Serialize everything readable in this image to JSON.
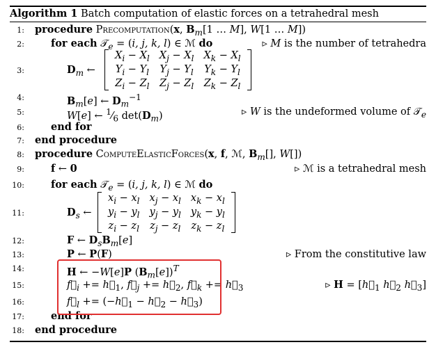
{
  "caption": {
    "label": "Algorithm 1",
    "text": "Batch computation of elastic forces on a tetrahedral mesh"
  },
  "lines": [
    {
      "n": "1:",
      "html": "<b>procedure</b> <span class='sc'>Precomputation</span>(<span class='bf'>x</span>, <span class='bf'>B</span><sub><i>m</i></sub>[1 … <i>M</i>], <i>W</i>[1 … <i>M</i>])",
      "comment": ""
    },
    {
      "n": "2:",
      "html": "<b>for each</b> 𝒯<sub><i>e</i></sub> = (<i>i, j, k, l</i>) ∈ ℳ <b>do</b>",
      "comment": "▹ <i>M</i> is the number of tetrahedra"
    },
    {
      "n": "3:",
      "html": "<span class='bf'>D</span><sub><i>m</i></sub> ←",
      "comment": ""
    },
    {
      "n": "4:",
      "html": "<span class='bf'>B</span><sub><i>m</i></sub>[<i>e</i>] ← <span class='bf'>D</span><sub><i>m</i></sub><sup>−1</sup>",
      "comment": ""
    },
    {
      "n": "5:",
      "html": "<i>W</i>[<i>e</i>] ← <sup>1</sup>⁄<sub>6</sub> det(<span class='bf'>D</span><sub><i>m</i></sub>)",
      "comment": "▹ <i>W</i> is the undeformed volume of 𝒯<sub><i>e</i></sub>"
    },
    {
      "n": "6:",
      "html": "<b>end for</b>",
      "comment": ""
    },
    {
      "n": "7:",
      "html": "<b>end procedure</b>",
      "comment": ""
    },
    {
      "n": "8:",
      "html": "<b>procedure</b> <span class='sc'>ComputeElasticForces</span>(<span class='bf'>x</span>, <span class='bf'>f</span>, ℳ, <span class='bf'>B</span><sub><i>m</i></sub>[], <i>W</i>[])",
      "comment": ""
    },
    {
      "n": "9:",
      "html": "<span class='bf'>f</span> ← <span class='bf'>0</span>",
      "comment": "▹ ℳ is a tetrahedral mesh"
    },
    {
      "n": "10:",
      "html": "<b>for each</b> 𝒯<sub><i>e</i></sub> = (<i>i, j, k, l</i>) ∈ ℳ <b>do</b>",
      "comment": ""
    },
    {
      "n": "11:",
      "html": "<span class='bf'>D</span><sub><i>s</i></sub> ←",
      "comment": ""
    },
    {
      "n": "12:",
      "html": "<span class='bf'>F</span> ← <span class='bf'>D</span><sub><i>s</i></sub><span class='bf'>B</span><sub><i>m</i></sub>[<i>e</i>]",
      "comment": ""
    },
    {
      "n": "13:",
      "html": "<span class='bf'>P</span> ← <span class='bf'>P</span>(<span class='bf'>F</span>)",
      "comment": "▹ From the constitutive law"
    },
    {
      "n": "14:",
      "html": "<span class='bf'>H</span> ← −<i>W</i>[<i>e</i>]<span class='bf'>P</span> (<span class='bf'>B</span><sub><i>m</i></sub>[<i>e</i>])<sup><i>T</i></sup>",
      "comment": ""
    },
    {
      "n": "15:",
      "html": "<i>f⃗</i><sub><i>i</i></sub> += <i>h⃗</i><sub>1</sub>, <i>f⃗</i><sub><i>j</i></sub> += <i>h⃗</i><sub>2</sub>, <i>f⃗</i><sub><i>k</i></sub> += <i>h⃗</i><sub>3</sub>",
      "comment": "▹ <span class='bf'>H</span> = [<i>h⃗</i><sub>1</sub> <i>h⃗</i><sub>2</sub> <i>h⃗</i><sub>3</sub>]"
    },
    {
      "n": "16:",
      "html": "<i>f⃗</i><sub><i>l</i></sub> += (−<i>h⃗</i><sub>1</sub> − <i>h⃗</i><sub>2</sub> − <i>h⃗</i><sub>3</sub>)",
      "comment": ""
    },
    {
      "n": "17:",
      "html": "<b>end for</b>",
      "comment": ""
    },
    {
      "n": "18:",
      "html": "<b>end procedure</b>",
      "comment": ""
    }
  ],
  "matrix_m": [
    [
      "X<sub>i</sub> − X<sub>l</sub>",
      "X<sub>j</sub> − X<sub>l</sub>",
      "X<sub>k</sub> − X<sub>l</sub>"
    ],
    [
      "Y<sub>i</sub> − Y<sub>l</sub>",
      "Y<sub>j</sub> − Y<sub>l</sub>",
      "Y<sub>k</sub> − Y<sub>l</sub>"
    ],
    [
      "Z<sub>i</sub> − Z<sub>l</sub>",
      "Z<sub>j</sub> − Z<sub>l</sub>",
      "Z<sub>k</sub> − Z<sub>l</sub>"
    ]
  ],
  "matrix_s": [
    [
      "x<sub>i</sub> − x<sub>l</sub>",
      "x<sub>j</sub> − x<sub>l</sub>",
      "x<sub>k</sub> − x<sub>l</sub>"
    ],
    [
      "y<sub>i</sub> − y<sub>l</sub>",
      "y<sub>j</sub> − y<sub>l</sub>",
      "y<sub>k</sub> − y<sub>l</sub>"
    ],
    [
      "z<sub>i</sub> − z<sub>l</sub>",
      "z<sub>j</sub> − z<sub>l</sub>",
      "z<sub>k</sub> − z<sub>l</sub>"
    ]
  ],
  "colors": {
    "highlight": "#e03030"
  }
}
